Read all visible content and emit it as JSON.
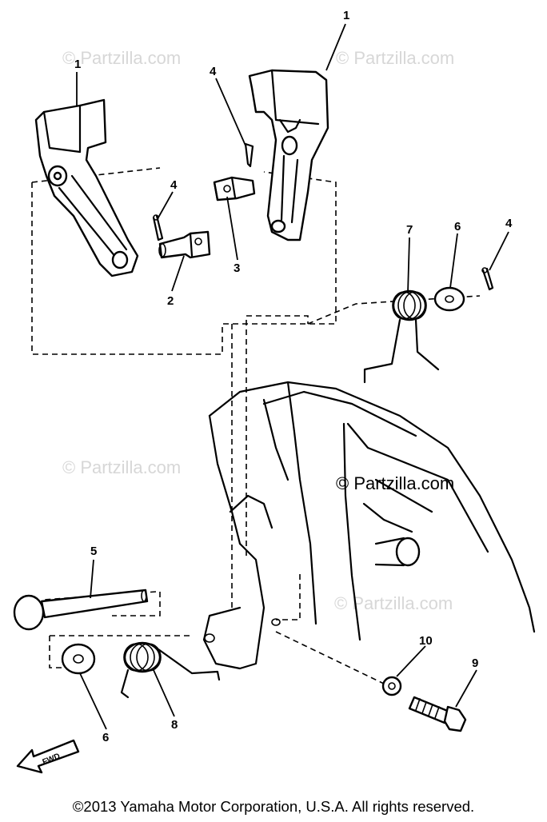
{
  "watermarks": [
    "© Partzilla.com",
    "© Partzilla.com",
    "© Partzilla.com",
    "© Partzilla.com"
  ],
  "watermark_main": "© Partzilla.com",
  "callouts": [
    "1",
    "1",
    "4",
    "4",
    "4",
    "2",
    "3",
    "7",
    "6",
    "5",
    "6",
    "8",
    "10",
    "9"
  ],
  "fwd_label": "FWD",
  "copyright": "©2013 Yamaha Motor Corporation, U.S.A. All rights reserved."
}
